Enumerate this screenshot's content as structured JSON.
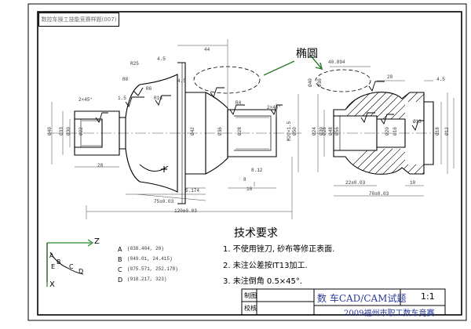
{
  "corner_title": "数控车操工技能竞赛样题(007)",
  "ellipse_label": "椭圆",
  "tech": {
    "title": "技术要求",
    "items": [
      "1. 不使用锉刀, 砂布等修正表面.",
      "2. 未注公差按IT13加工.",
      "3. 未注倒角 0.5×45°."
    ]
  },
  "axes": {
    "z": "Z",
    "x": "X"
  },
  "points": {
    "labels": [
      "A",
      "B",
      "C",
      "D",
      "E"
    ],
    "legend": [
      {
        "id": "A",
        "coords": "(838.404, 20)"
      },
      {
        "id": "B",
        "coords": "(849.01, 24.415)"
      },
      {
        "id": "C",
        "coords": "(875.571, 252.178)"
      },
      {
        "id": "D",
        "coords": "(918.217, 323)"
      }
    ]
  },
  "title_block": {
    "row1_label": "制图",
    "row2_label": "校核",
    "name": "数 车CAD/CAM试题",
    "scale": "1:1",
    "org": "2009福州市职工数车竞赛"
  },
  "dims": {
    "left_view": [
      "Ø40",
      "Ø33",
      "Ø30",
      "Ø22",
      "2×45°",
      "28",
      "1.5",
      "R8",
      "R25",
      "4.5",
      "R6",
      "44",
      "4.5",
      "R16",
      "R4",
      "2×45°",
      "M20×1.5",
      "Ø42",
      "Ø36",
      "Ø28",
      "Ø50",
      "8.12",
      "8",
      "5.174",
      "75±0.03",
      "120±0.03",
      "16"
    ],
    "right_view": [
      "40.894",
      "Ø40",
      "Ø36",
      "28",
      "4.5",
      "Ø24",
      "Ø30",
      "Ø28",
      "Ø48",
      "Ø56",
      "Ø20",
      "Ø16",
      "Ø13",
      "Ø18",
      "Ø12",
      "22±0.03",
      "70±0.03",
      "10"
    ]
  }
}
